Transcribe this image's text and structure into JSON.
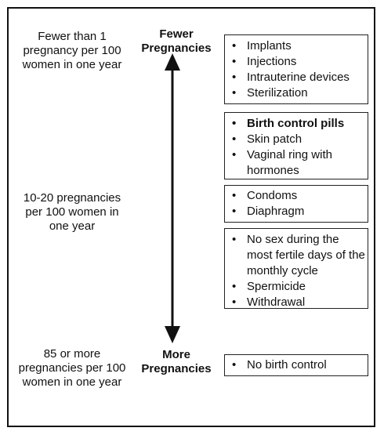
{
  "levels": {
    "top": "Fewer than 1 pregnancy per 100 women in one year",
    "middle": "10-20 pregnancies per 100 women in one year",
    "bottom": "85 or more pregnancies per 100 women in one year"
  },
  "poles": {
    "top": "Fewer Pregnancies",
    "bottom": "More Pregnancies"
  },
  "groups": [
    {
      "items": [
        "Implants",
        "Injections",
        "Intrauterine devices",
        "Sterilization"
      ]
    },
    {
      "items": [
        "Birth control pills",
        "Skin patch",
        "Vaginal ring with hormones"
      ]
    },
    {
      "items": [
        "Condoms",
        "Diaphragm"
      ]
    },
    {
      "items": [
        "No sex during the most fertile days of the monthly cycle",
        "Spermicide",
        "Withdrawal"
      ]
    },
    {
      "items": [
        "No birth control"
      ]
    }
  ]
}
